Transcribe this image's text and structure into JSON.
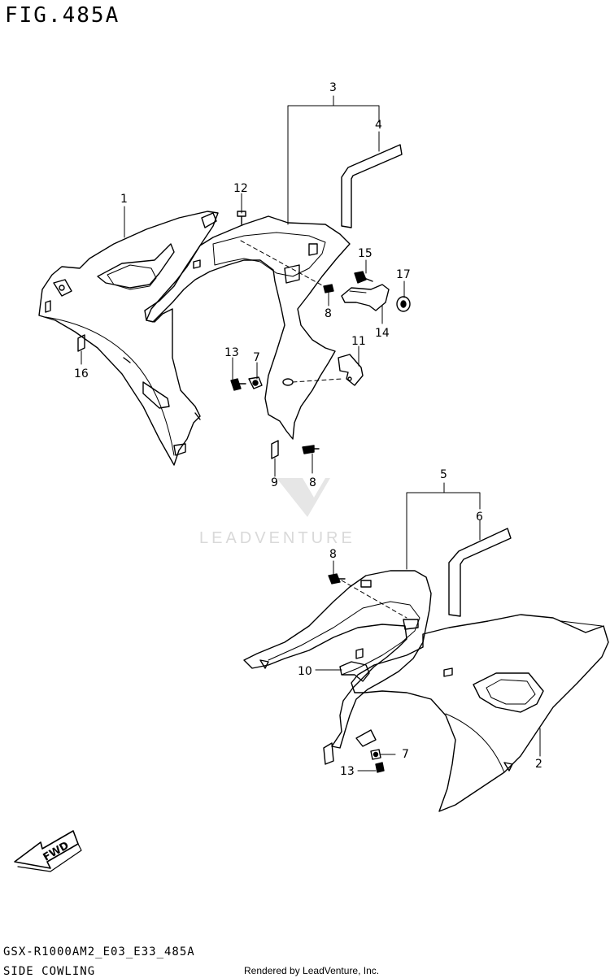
{
  "figure": {
    "title": "FIG.485A",
    "model_code": "GSX-R1000AM2_E03_E33_485A",
    "description": "SIDE COWLING",
    "rendered_by": "Rendered by LeadVenture, Inc.",
    "watermark": "LEADVENTURE",
    "direction_label": "FWD"
  },
  "callouts": [
    {
      "id": "1",
      "label": "1"
    },
    {
      "id": "2",
      "label": "2"
    },
    {
      "id": "3",
      "label": "3"
    },
    {
      "id": "4",
      "label": "4"
    },
    {
      "id": "5",
      "label": "5"
    },
    {
      "id": "6",
      "label": "6"
    },
    {
      "id": "7a",
      "label": "7"
    },
    {
      "id": "7b",
      "label": "7"
    },
    {
      "id": "8a",
      "label": "8"
    },
    {
      "id": "8b",
      "label": "8"
    },
    {
      "id": "8c",
      "label": "8"
    },
    {
      "id": "9",
      "label": "9"
    },
    {
      "id": "10",
      "label": "10"
    },
    {
      "id": "11",
      "label": "11"
    },
    {
      "id": "12",
      "label": "12"
    },
    {
      "id": "13a",
      "label": "13"
    },
    {
      "id": "13b",
      "label": "13"
    },
    {
      "id": "14",
      "label": "14"
    },
    {
      "id": "15",
      "label": "15"
    },
    {
      "id": "16",
      "label": "16"
    },
    {
      "id": "17",
      "label": "17"
    }
  ]
}
